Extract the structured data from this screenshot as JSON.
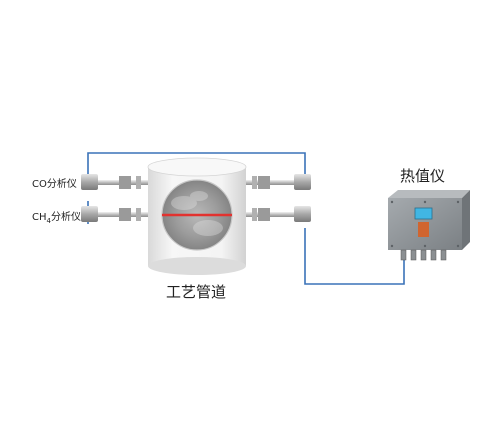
{
  "labels": {
    "co_analyzer": "CO分析仪",
    "ch4_analyzer_prefix": "CH",
    "ch4_analyzer_sub": "4",
    "ch4_analyzer_suffix": "分析仪",
    "process_pipe": "工艺管道",
    "calorimeter": "热值仪"
  },
  "colors": {
    "signal_cable": "#3a72b8",
    "laser_beam": "#e2322f",
    "pipe_body": "#ededed",
    "cabinet_body": "#8a8f93",
    "screen": "#41b6e3"
  }
}
